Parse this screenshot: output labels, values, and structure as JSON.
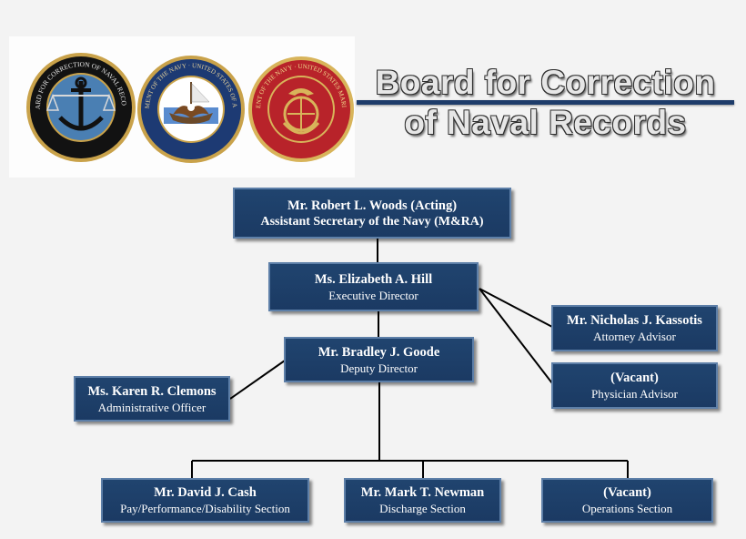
{
  "header": {
    "title_line1": "Board for Correction",
    "title_line2": "of Naval Records"
  },
  "seals": [
    {
      "name": "bcnr-seal",
      "text": "BOARD FOR CORRECTION OF NAVAL RECORDS",
      "colors": {
        "ring": "#121212",
        "center": "#4a7fb3",
        "trim": "#c9a24a"
      }
    },
    {
      "name": "navy-seal",
      "text": "DEPARTMENT OF THE NAVY · UNITED STATES OF AMERICA",
      "colors": {
        "ring": "#1d3a73",
        "center": "#ffffff",
        "trim": "#c9a24a"
      }
    },
    {
      "name": "marine-corps-seal",
      "text": "DEPARTMENT OF THE NAVY · UNITED STATES MARINE CORPS",
      "colors": {
        "ring": "#b8232a",
        "center": "#b8232a",
        "trim": "#d8b45a"
      }
    }
  ],
  "org": {
    "asn": {
      "name": "Mr. Robert L. Woods (Acting)",
      "role": "Assistant Secretary of the Navy (M&RA)"
    },
    "executive_director": {
      "name": "Ms. Elizabeth A. Hill",
      "role": "Executive Director"
    },
    "attorney_advisor": {
      "name": "Mr. Nicholas J. Kassotis",
      "role": "Attorney Advisor"
    },
    "physician_advisor": {
      "name": "(Vacant)",
      "role": "Physician Advisor"
    },
    "deputy_director": {
      "name": "Mr. Bradley J. Goode",
      "role": "Deputy Director"
    },
    "admin_officer": {
      "name": "Ms. Karen R. Clemons",
      "role": "Administrative Officer"
    },
    "pay_section": {
      "name": "Mr. David J. Cash",
      "role": "Pay/Performance/Disability Section"
    },
    "discharge_section": {
      "name": "Mr. Mark T. Newman",
      "role": "Discharge Section"
    },
    "operations_section": {
      "name": "(Vacant)",
      "role": "Operations Section"
    }
  },
  "colors": {
    "box_fill": "#1f416c",
    "box_border": "#5d7fa8",
    "connector": "#000000",
    "title_bar": "#1e3c6a"
  }
}
